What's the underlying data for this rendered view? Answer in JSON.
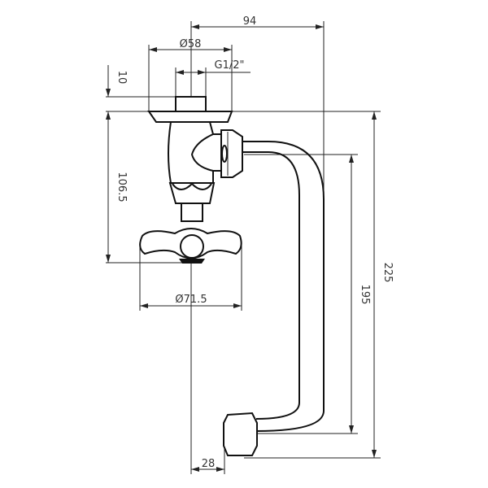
{
  "drawing": {
    "dimensions": {
      "width_total": "94",
      "flange_diameter": "Ø58",
      "thread": "G1/2\"",
      "nut_height": "10",
      "valve_height": "106.5",
      "handle_diameter": "Ø71.5",
      "pipe_drop": "195",
      "total_height": "225",
      "outlet_offset": "28"
    },
    "line_color": "#111111"
  }
}
